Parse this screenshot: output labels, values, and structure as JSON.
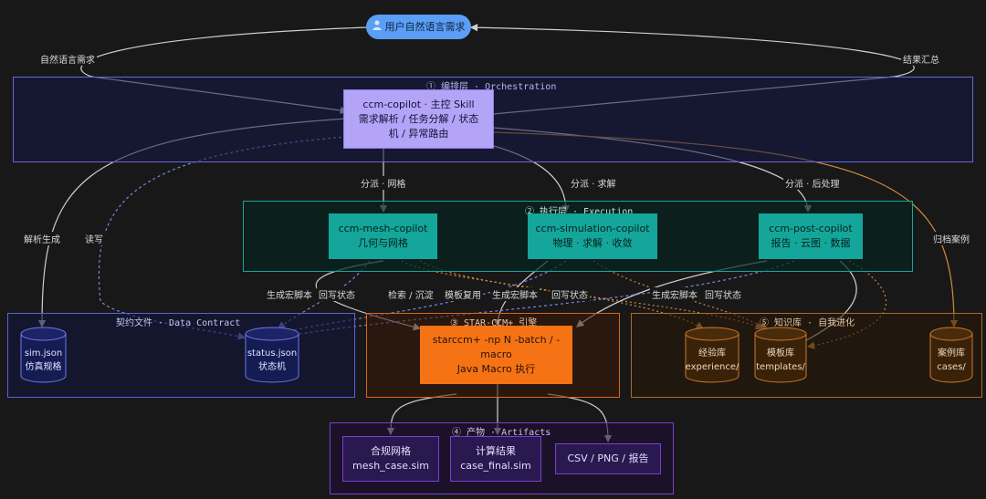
{
  "user_request": {
    "icon": "user-icon",
    "label": "用户自然语言需求"
  },
  "edge_labels": {
    "nl_request": "自然语言需求",
    "result_summary": "结果汇总",
    "parse_generate": "解析生成",
    "read_write": "读写",
    "archive_case": "归档案例",
    "dispatch_mesh": "分派 · 网格",
    "dispatch_solve": "分派 · 求解",
    "dispatch_post": "分派 · 后处理",
    "gen_macro_a": "生成宏脚本",
    "writeback_a": "回写状态",
    "retrieve": "检索 / 沉淀",
    "template_reuse": "模板复用",
    "gen_macro_b": "生成宏脚本",
    "writeback_b": "回写状态",
    "gen_macro_c": "生成宏脚本",
    "writeback_c": "回写状态"
  },
  "layers": {
    "orchestration": {
      "title": "① 编排层 · Orchestration",
      "main": {
        "line1": "ccm-copilot · 主控 Skill",
        "line2": "需求解析 / 任务分解 / 状态",
        "line3": "机 / 异常路由"
      }
    },
    "execution": {
      "title": "② 执行层 · Execution",
      "mesh": {
        "line1": "ccm-mesh-copilot",
        "line2": "几何与网格"
      },
      "simulation": {
        "line1": "ccm-simulation-copilot",
        "line2": "物理 · 求解 · 收敛"
      },
      "post": {
        "line1": "ccm-post-copilot",
        "line2": "报告 · 云图 · 数据"
      }
    },
    "contract": {
      "title": "契约文件 · Data Contract",
      "sim_json": {
        "line1": "sim.json",
        "line2": "仿真规格"
      },
      "status_json": {
        "line1": "status.json",
        "line2": "状态机"
      }
    },
    "starccm": {
      "title": "③ STAR-CCM+ 引擎",
      "main": {
        "line1": "starccm+ -np N -batch / -",
        "line2": "macro",
        "line3": "Java Macro 执行"
      }
    },
    "knowledge": {
      "title": "⑤ 知识库 · 自我进化",
      "experience": {
        "line1": "经验库",
        "line2": "experience/"
      },
      "templates": {
        "line1": "模板库",
        "line2": "templates/"
      },
      "cases": {
        "line1": "案例库",
        "line2": "cases/"
      }
    },
    "artifacts": {
      "title": "④ 产物 · Artifacts",
      "mesh": {
        "line1": "合规网格",
        "line2": "mesh_case.sim"
      },
      "result": {
        "line1": "计算结果",
        "line2": "case_final.sim"
      },
      "export": {
        "line1": "CSV / PNG / 报告"
      }
    }
  },
  "colors": {
    "background": "#181818",
    "orchestration": "#7b6cf0",
    "orchestration_fill": "#b3a4f7",
    "execution": "#14a69a",
    "contract": "#5a63d8",
    "engine": "#f57314",
    "knowledge": "#c87a2c",
    "artifacts": "#7a3fd1",
    "user_pill": "#5a9ff5"
  }
}
